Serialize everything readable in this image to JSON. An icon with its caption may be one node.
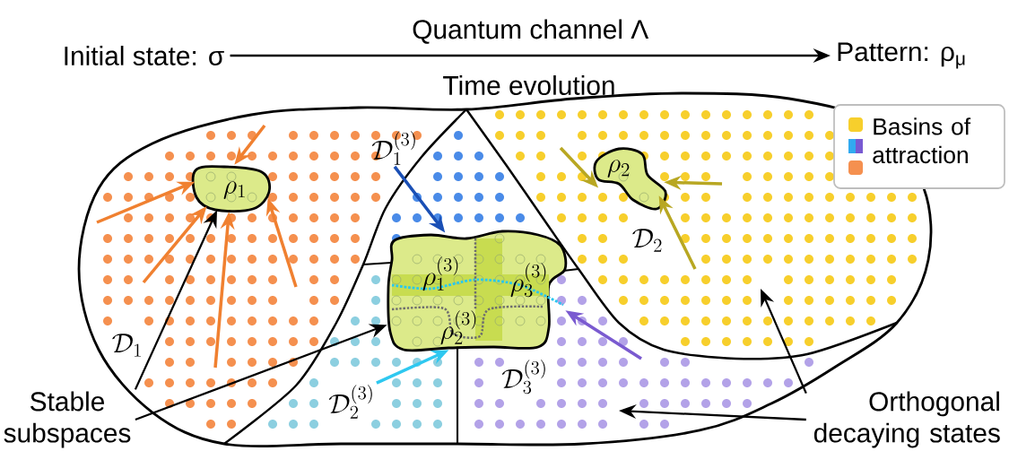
{
  "diagram": {
    "nodes": [
      {
        "text": [
          "Initial state: σ"
        ]
      },
      {
        "text": [
          "Pattern: ρ$_{μ}$"
        ]
      },
      {
        "text": [
          "\\mathcal{D}_1"
        ]
      },
      {
        "text": [
          "\\mathcal{D}_2"
        ]
      },
      {
        "text": [
          "\\mathcal{D}_1^{(3)}"
        ]
      },
      {
        "text": [
          "\\mathcal{D}_2^{(3)}"
        ]
      },
      {
        "text": [
          "\\mathcal{D}_3^{(3)}"
        ]
      },
      {
        "text": [
          "\\rho_1"
        ]
      },
      {
        "text": [
          "\\rho_2"
        ]
      },
      {
        "text": [
          "\\rho_1^{(3)}",
          "\\rho_2^{(3)}",
          "\\rho_3^{(3)}"
        ]
      },
      {
        "text": [
          "Stable subspaces"
        ]
      },
      {
        "text": [
          "Orthogonal decaying states"
        ]
      }
    ],
    "edges": [
      {
        "from": 0,
        "to": 1,
        "arrow": "to",
        "label": "Quantum channel Λ"
      },
      {
        "from": 10,
        "to": 7,
        "arrow": "to"
      },
      {
        "from": 10,
        "to": 9,
        "arrow": "to"
      },
      {
        "from": 11,
        "to": null,
        "arrow": "to"
      },
      {
        "from": 11,
        "to": null,
        "arrow": "to"
      },
      {
        "from": null,
        "to": 7,
        "arrow": "to",
        "color": "#f08030"
      },
      {
        "from": null,
        "to": 7,
        "arrow": "to",
        "color": "#f08030"
      },
      {
        "from": null,
        "to": 7,
        "arrow": "to",
        "color": "#f08030"
      },
      {
        "from": null,
        "to": 7,
        "arrow": "to",
        "color": "#f08030"
      },
      {
        "from": null,
        "to": 7,
        "arrow": "to",
        "color": "#f08030"
      },
      {
        "from": null,
        "to": 8,
        "arrow": "to",
        "color": "#b8a722"
      },
      {
        "from": null,
        "to": 8,
        "arrow": "to",
        "color": "#b8a722"
      },
      {
        "from": null,
        "to": 8,
        "arrow": "to",
        "color": "#b8a722"
      },
      {
        "from": 4,
        "to": 9,
        "arrow": "to",
        "color": "#1a4fb5"
      },
      {
        "from": 5,
        "to": 9,
        "arrow": "to",
        "color": "#2ec8f0"
      },
      {
        "from": null,
        "to": 9,
        "arrow": "to",
        "color": "#7a5ad0"
      }
    ],
    "labels": [
      "Time evolution"
    ],
    "legend": [
      {
        "text": "Basins of attraction",
        "color": "#f7cf2c"
      }
    ]
  }
}
